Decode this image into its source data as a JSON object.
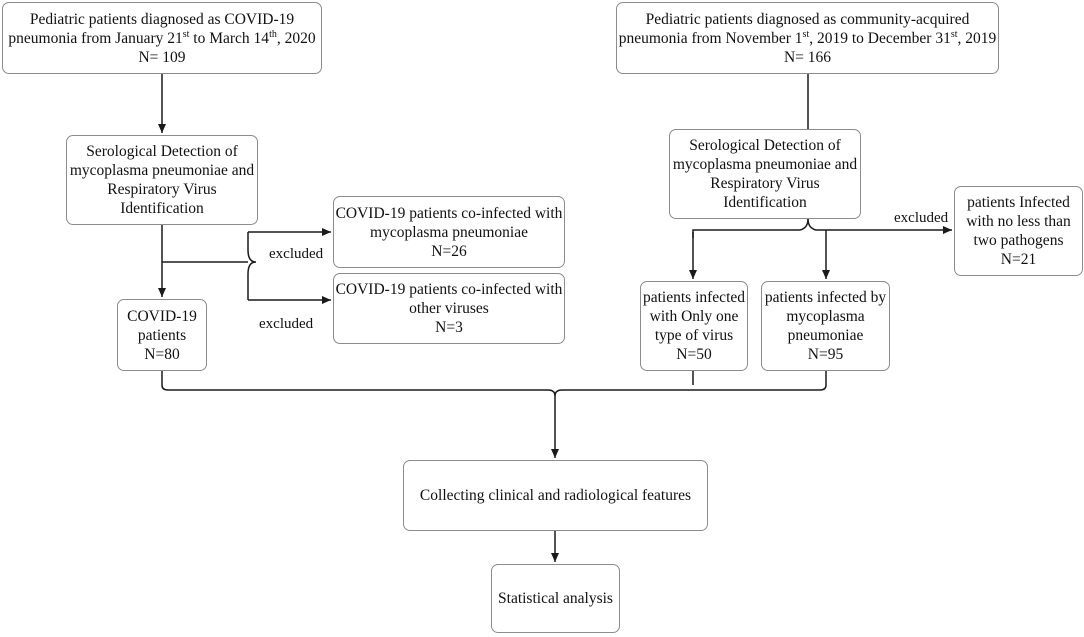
{
  "boxes": {
    "covid_source": {
      "line1": "Pediatric patients diagnosed as COVID-19",
      "line2_a": "pneumonia from January 21",
      "line2_sup1": "st",
      "line2_b": " to March 14",
      "line2_sup2": "th",
      "line2_c": ", 2020",
      "line3": "N= 109"
    },
    "cap_source": {
      "line1": "Pediatric patients diagnosed as community-acquired",
      "line2_a": "pneumonia from November 1",
      "line2_sup1": "st",
      "line2_b": ", 2019 to December 31",
      "line2_sup2": "st",
      "line2_c": ", 2019",
      "line3": "N= 166"
    },
    "serology_left": {
      "lines": [
        "Serological Detection of",
        "mycoplasma pneumoniae and",
        "Respiratory Virus",
        "Identification"
      ]
    },
    "serology_right": {
      "lines": [
        "Serological Detection of",
        "mycoplasma pneumoniae and",
        "Respiratory Virus",
        "Identification"
      ]
    },
    "covid_mp": {
      "lines": [
        "COVID-19 patients  co-infected with",
        "mycoplasma pneumoniae",
        "N=26"
      ]
    },
    "covid_virus": {
      "lines": [
        "COVID-19 patients  co-infected with",
        "other viruses",
        "N=3"
      ]
    },
    "covid_patients": {
      "lines": [
        "COVID-19",
        "patients",
        "N=80"
      ]
    },
    "one_virus": {
      "lines": [
        "patients infected",
        "with Only one",
        "type of virus",
        "N=50"
      ]
    },
    "mycoplasma": {
      "lines": [
        "patients infected by",
        "mycoplasma",
        "pneumoniae",
        "N=95"
      ]
    },
    "two_pathogens": {
      "lines": [
        "patients Infected",
        "with no less than",
        "two pathogens",
        "N=21"
      ]
    },
    "collecting": {
      "lines": [
        "Collecting clinical and radiological features"
      ]
    },
    "statistical": {
      "lines": [
        "Statistical analysis"
      ]
    }
  },
  "labels": {
    "excluded_upper": "excluded",
    "excluded_lower": "excluded",
    "excluded_right": "excluded"
  },
  "colors": {
    "line": "#1a1a1a",
    "box_border": "#8c8c8c",
    "text": "#111111"
  }
}
